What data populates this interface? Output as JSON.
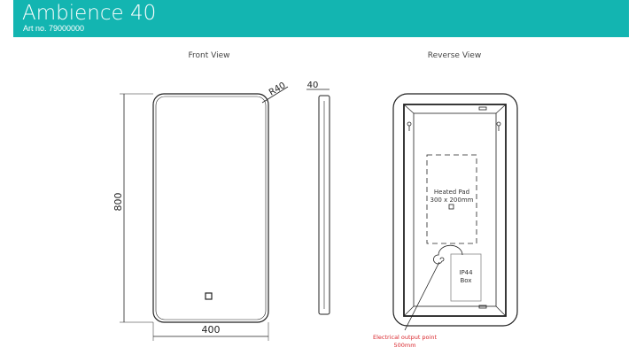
{
  "header": {
    "title": "Ambience 40",
    "art_no": "Art no. 79000000"
  },
  "front_view": {
    "label": "Front View",
    "height_dim": "800",
    "width_dim": "400",
    "radius": "R40"
  },
  "side_view": {
    "depth_dim": "40"
  },
  "reverse_view": {
    "label": "Reverse View",
    "heated_pad_line1": "Heated Pad",
    "heated_pad_line2": "300 x 200mm",
    "box_line1": "IP44",
    "box_line2": "Box",
    "electrical_line1": "Electrical output point",
    "electrical_line2": "500mm"
  },
  "colors": {
    "header": "#13b5b1",
    "annotation": "#d9262c"
  }
}
